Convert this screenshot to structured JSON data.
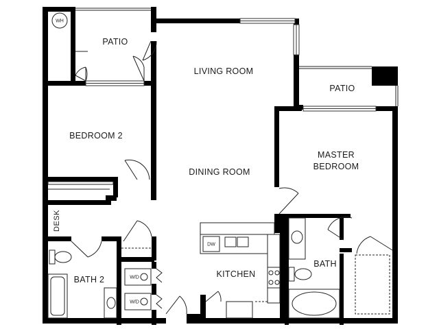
{
  "rooms": {
    "patio_left": "PATIO",
    "living_room": "LIVING ROOM",
    "patio_right": "PATIO",
    "bedroom_2": "BEDROOM 2",
    "dining_room": "DINING ROOM",
    "master_bedroom_line1": "MASTER",
    "master_bedroom_line2": "BEDROOM",
    "desk": "DESK",
    "kitchen": "KITCHEN",
    "bath_2": "BATH 2",
    "bath": "BATH"
  },
  "fixtures": {
    "water_heater": "WH",
    "dishwasher": "DW",
    "washer_dryer_top": "W/D",
    "washer_dryer_bottom": "W/D"
  }
}
